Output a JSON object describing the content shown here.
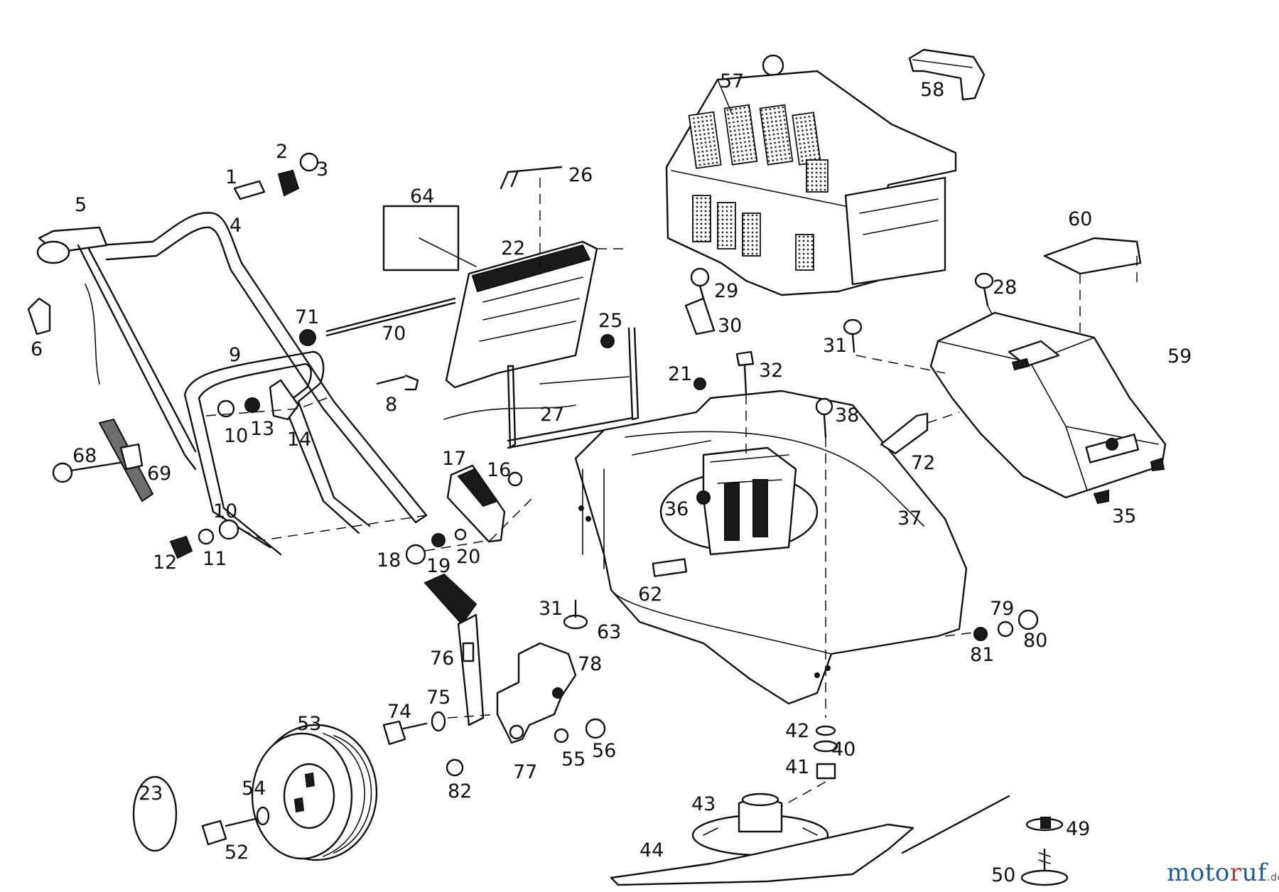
{
  "watermark": {
    "part1": "moto",
    "part2": "r",
    "part3": "uf",
    "tld": ".de",
    "colors": {
      "primary": "#1d5a9a",
      "accent": "#c0392b"
    }
  },
  "part_labels": {
    "p1": "1",
    "p2": "2",
    "p3": "3",
    "p4": "4",
    "p5": "5",
    "p6": "6",
    "p8": "8",
    "p9": "9",
    "p10a": "10",
    "p10b": "10",
    "p11": "11",
    "p12": "12",
    "p13": "13",
    "p14": "14",
    "p16": "16",
    "p17": "17",
    "p18": "18",
    "p19": "19",
    "p20": "20",
    "p21": "21",
    "p22": "22",
    "p23": "23",
    "p25": "25",
    "p26": "26",
    "p27": "27",
    "p28": "28",
    "p29": "29",
    "p30": "30",
    "p31a": "31",
    "p31b": "31",
    "p32": "32",
    "p35": "35",
    "p36": "36",
    "p37": "37",
    "p38": "38",
    "p40": "40",
    "p41": "41",
    "p42": "42",
    "p43": "43",
    "p44": "44",
    "p49": "49",
    "p50": "50",
    "p52": "52",
    "p53": "53",
    "p54": "54",
    "p55": "55",
    "p56": "56",
    "p57": "57",
    "p58": "58",
    "p59": "59",
    "p60": "60",
    "p62": "62",
    "p63": "63",
    "p64": "64",
    "p68": "68",
    "p69": "69",
    "p70": "70",
    "p71": "71",
    "p72": "72",
    "p74": "74",
    "p75": "75",
    "p76": "76",
    "p77": "77",
    "p78": "78",
    "p79": "79",
    "p80": "80",
    "p81": "81",
    "p82": "82"
  }
}
